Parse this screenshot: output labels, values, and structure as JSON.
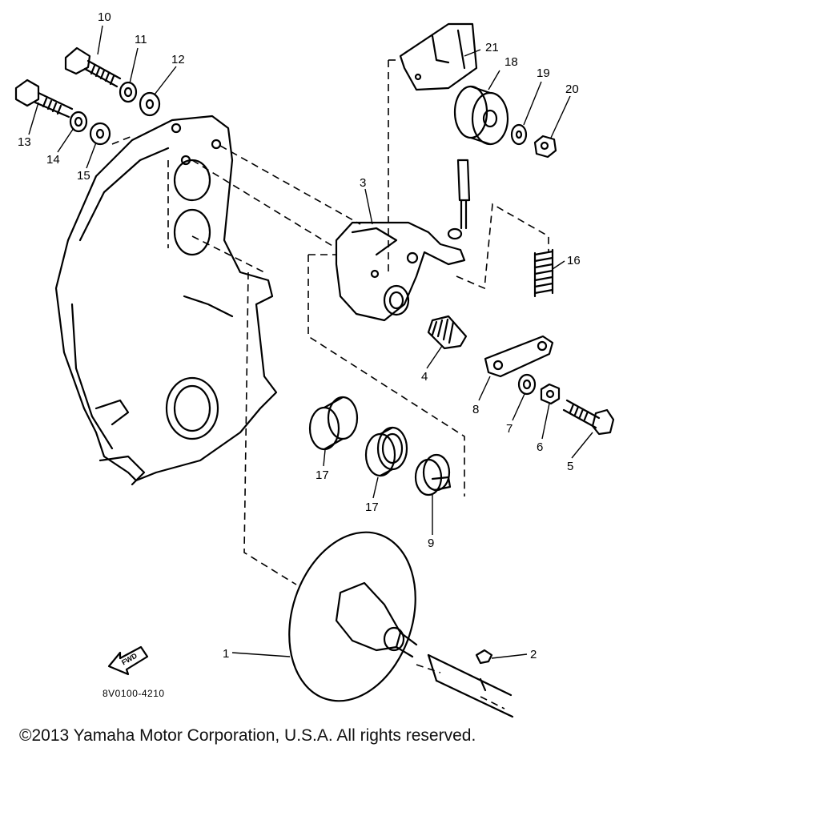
{
  "diagram": {
    "reference_code": "8V0100-4210",
    "forward_marker": "FWD",
    "parts": [
      {
        "number": "1"
      },
      {
        "number": "2"
      },
      {
        "number": "3"
      },
      {
        "number": "4"
      },
      {
        "number": "5"
      },
      {
        "number": "6"
      },
      {
        "number": "7"
      },
      {
        "number": "8"
      },
      {
        "number": "9"
      },
      {
        "number": "10"
      },
      {
        "number": "11"
      },
      {
        "number": "12"
      },
      {
        "number": "13"
      },
      {
        "number": "14"
      },
      {
        "number": "15"
      },
      {
        "number": "16"
      },
      {
        "number": "17"
      },
      {
        "number": "17"
      },
      {
        "number": "18"
      },
      {
        "number": "19"
      },
      {
        "number": "20"
      },
      {
        "number": "21"
      }
    ]
  },
  "footer": {
    "copyright": "©2013 Yamaha Motor Corporation, U.S.A. All rights reserved."
  }
}
